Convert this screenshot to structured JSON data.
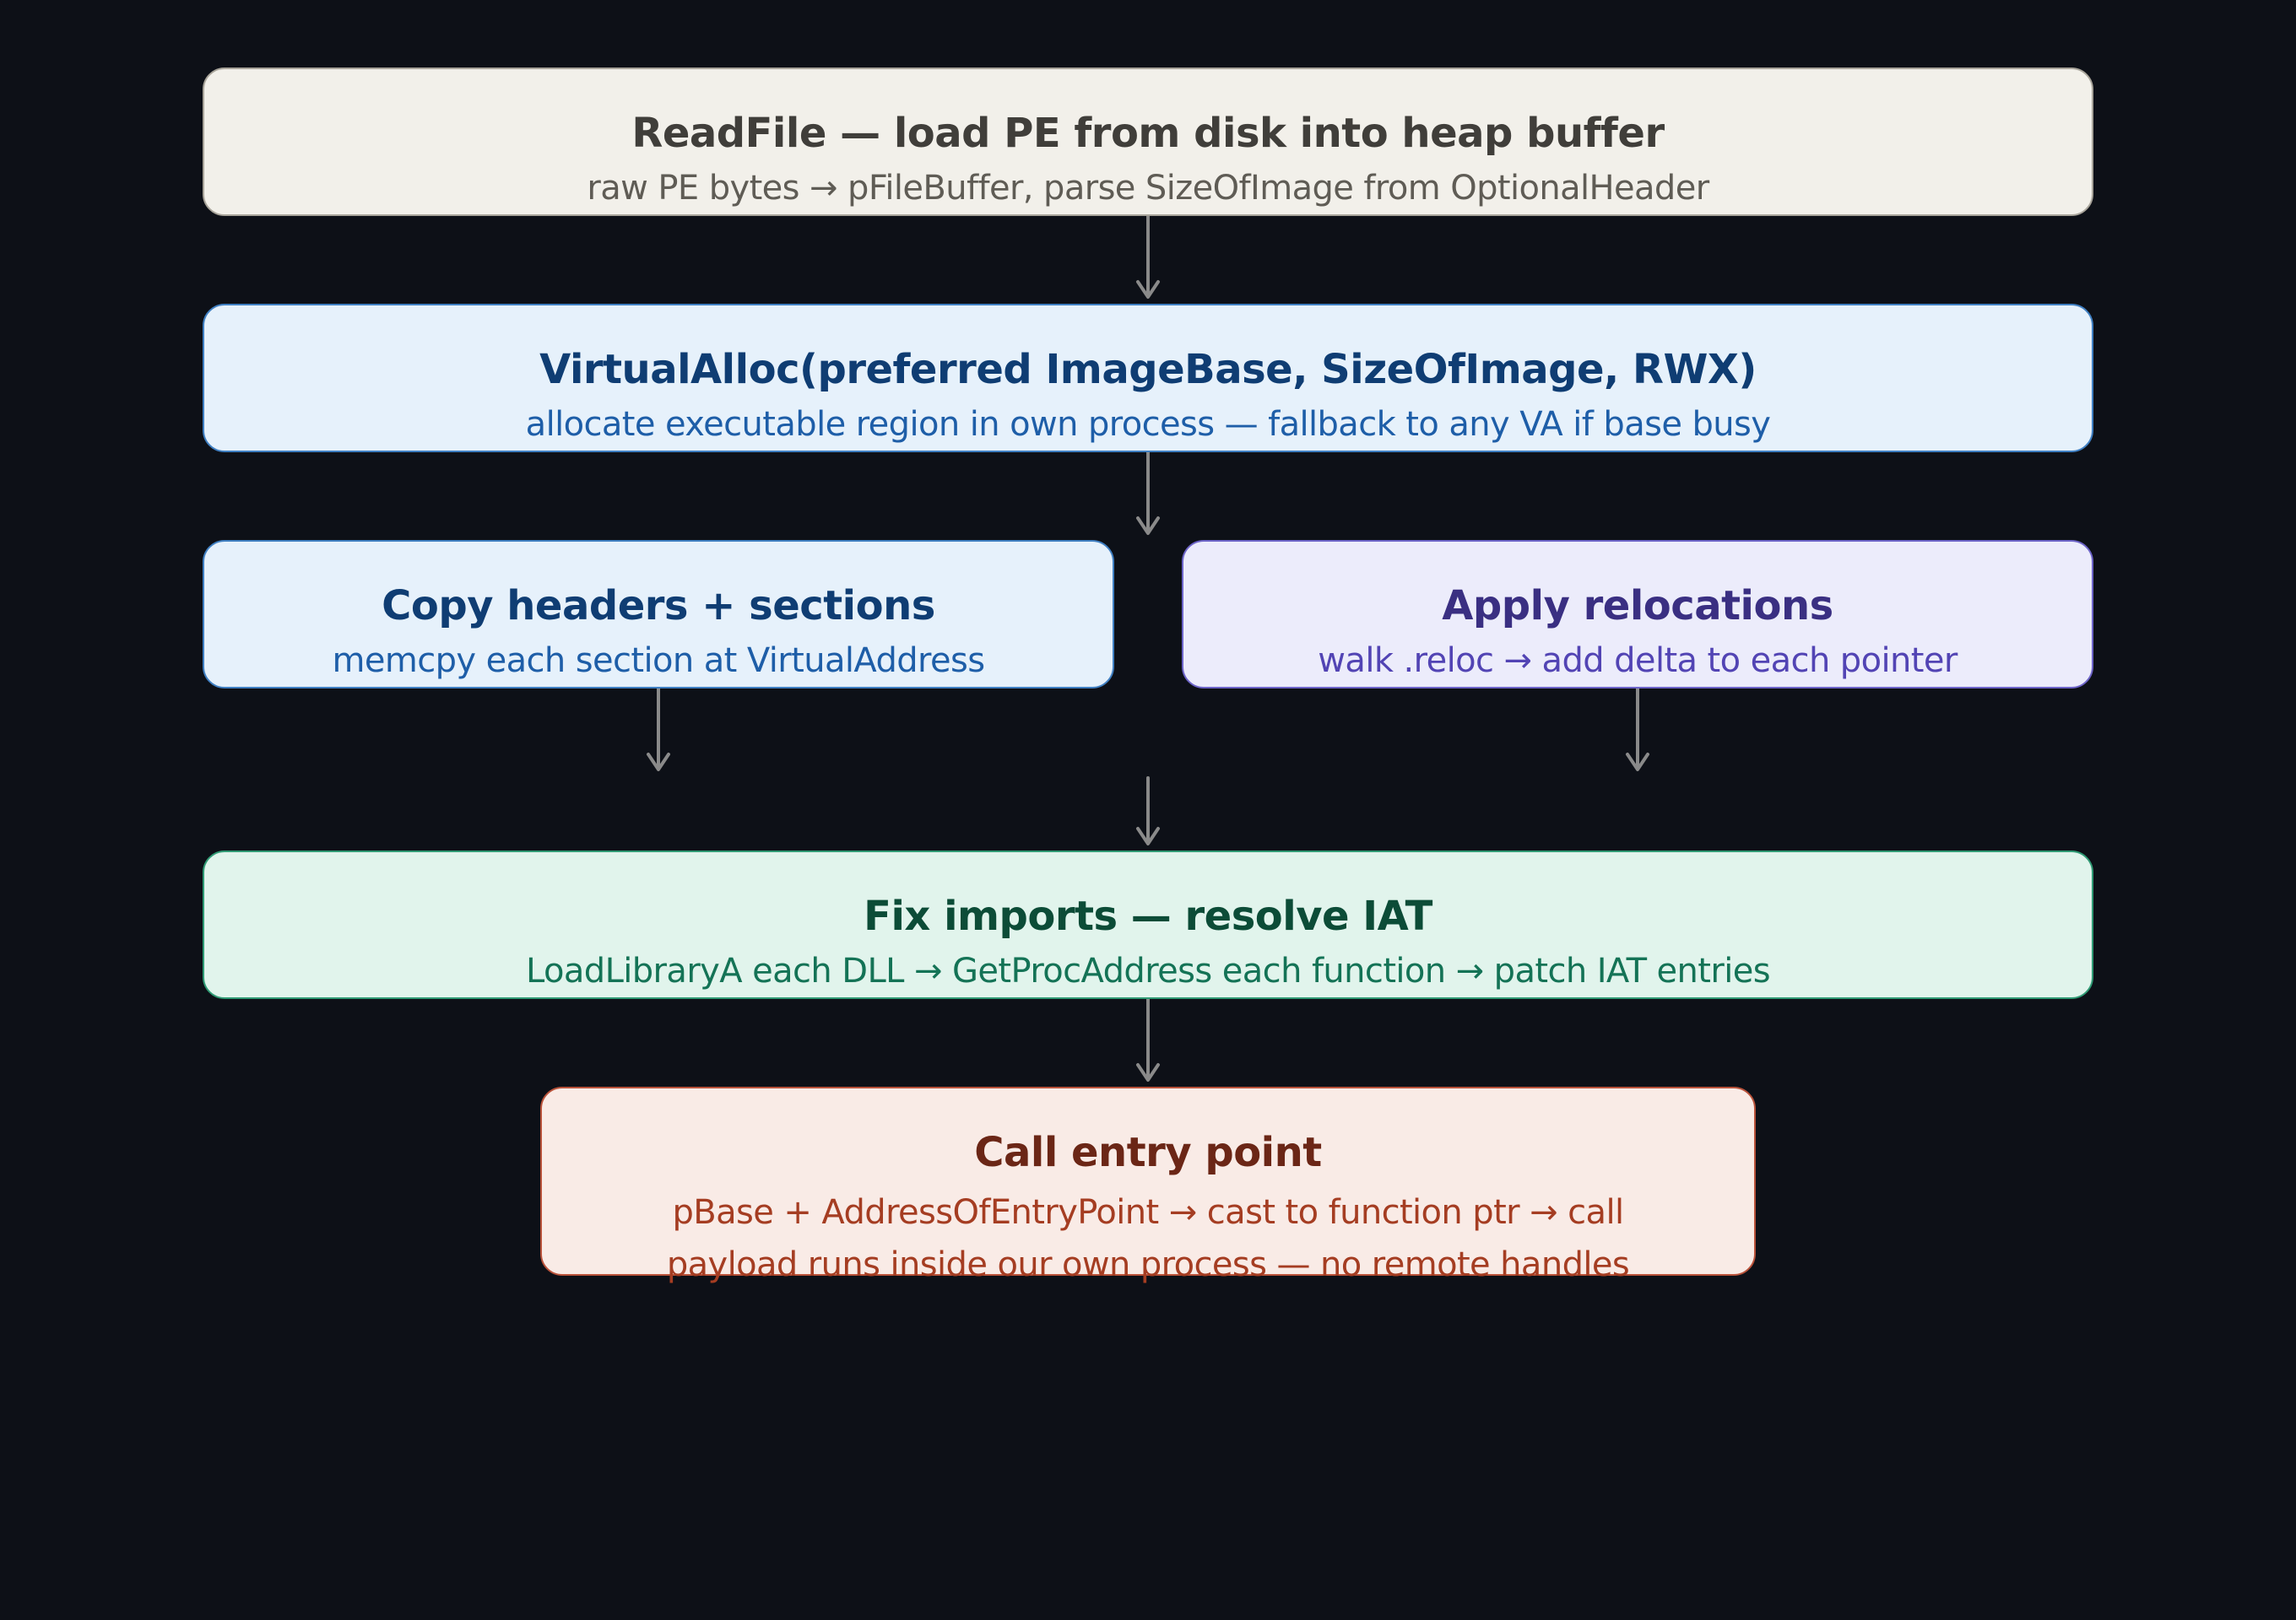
{
  "nodes": {
    "readfile": {
      "title": "ReadFile — load PE from disk into heap buffer",
      "sub": "raw PE bytes → pFileBuffer, parse SizeOfImage from OptionalHeader"
    },
    "virtualalloc": {
      "title": "VirtualAlloc(preferred ImageBase, SizeOfImage, RWX)",
      "sub": "allocate executable region in own process — fallback to any VA if base busy"
    },
    "copy": {
      "title": "Copy headers + sections",
      "sub": "memcpy each section at VirtualAddress"
    },
    "relocs": {
      "title": "Apply relocations",
      "sub": "walk .reloc → add delta to each pointer"
    },
    "imports": {
      "title": "Fix imports — resolve IAT",
      "sub": "LoadLibraryA each DLL → GetProcAddress each function → patch IAT entries"
    },
    "entry": {
      "title": "Call entry point",
      "sub1": "pBase + AddressOfEntryPoint → cast to function ptr → call",
      "sub2": "payload runs inside our own process — no remote handles"
    }
  },
  "colors": {
    "background": "#0d1017",
    "arrow": "#8a8a8a",
    "gray": "#f2f0ea",
    "blue": "#e6f1fb",
    "purple": "#ececfb",
    "green": "#e1f4ec",
    "orange": "#f9ebe6"
  },
  "edges": [
    [
      "readfile",
      "virtualalloc"
    ],
    [
      "virtualalloc",
      "copy-relocs"
    ],
    [
      "copy",
      "imports"
    ],
    [
      "relocs",
      "imports"
    ],
    [
      "copy-relocs",
      "imports"
    ],
    [
      "imports",
      "entry"
    ]
  ]
}
